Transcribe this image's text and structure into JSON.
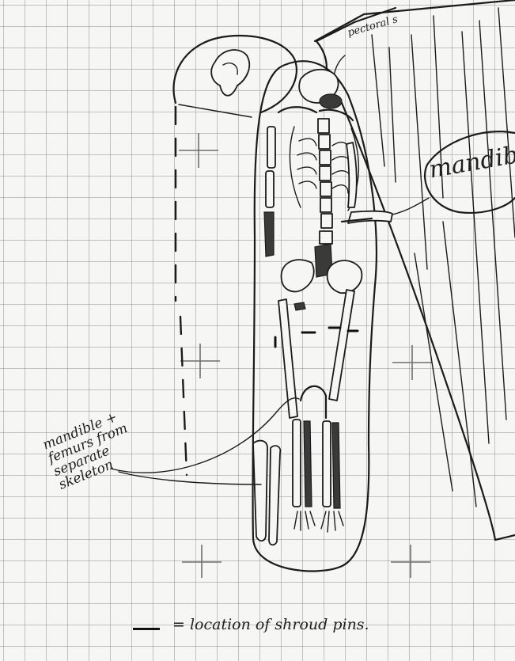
{
  "labels": {
    "pectoral": "pectoral s",
    "mandible_top": "mandib",
    "separate_skeleton_note": [
      "mandible +",
      "femurs from",
      "separate",
      "skeleton"
    ]
  },
  "legend": {
    "symbol": "—",
    "text": "= location of shroud pins."
  },
  "colors": {
    "ink": "#1b1b1b",
    "paper": "#f6f6f4",
    "grid": "#969696"
  }
}
